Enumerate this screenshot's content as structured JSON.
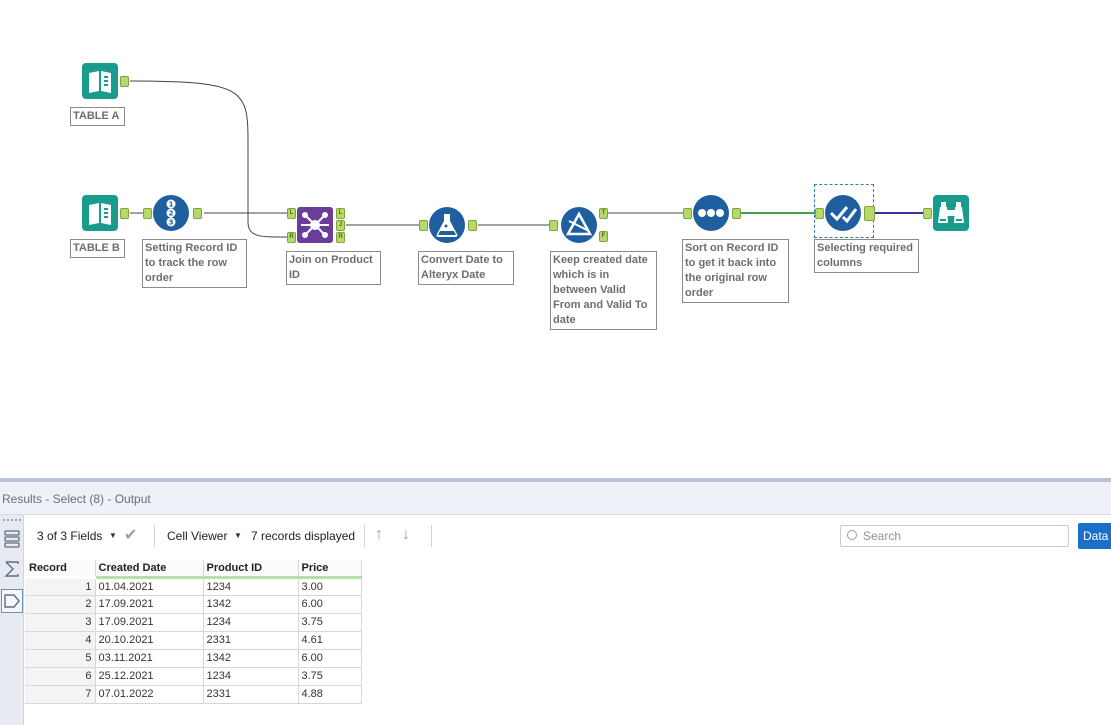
{
  "canvas": {
    "tools": [
      {
        "id": "table-a",
        "label": "TABLE A"
      },
      {
        "id": "table-b",
        "label": "TABLE B"
      },
      {
        "id": "record-id",
        "label": "Setting Record ID to track the row order"
      },
      {
        "id": "join",
        "label": "Join on Product ID"
      },
      {
        "id": "formula",
        "label": "Convert Date to Alteryx Date"
      },
      {
        "id": "filter",
        "label": "Keep created date which is in between Valid From and Valid To date"
      },
      {
        "id": "sort",
        "label": "Sort on Record ID to get it back into the original row order"
      },
      {
        "id": "select",
        "label": "Selecting required columns"
      }
    ],
    "anchors": {
      "join_left": "L",
      "join_right": "R",
      "join_out_l": "L",
      "join_out_j": "J",
      "join_out_r": "R",
      "filter_true": "T",
      "filter_false": "F"
    },
    "colors": {
      "input_tool": "#1a9c8c",
      "prep_tool": "#1f5fa0",
      "join_tool": "#6a3d9a",
      "wire": "#444444",
      "selected_wire_green": "#3fa24a",
      "selected_wire_blue": "#35309a"
    }
  },
  "results": {
    "title": "Results - Select (8) - Output",
    "toolbar": {
      "fields": "3 of 3 Fields",
      "viewer": "Cell Viewer",
      "records": "7 records displayed",
      "search_placeholder": "Search",
      "data_button": "Data"
    },
    "rail_icons": [
      "list-icon",
      "sigma-icon",
      "tag-icon"
    ],
    "columns": [
      "Record",
      "Created Date",
      "Product ID",
      "Price"
    ],
    "rows": [
      [
        "1",
        "01.04.2021",
        "1234",
        "3.00"
      ],
      [
        "2",
        "17.09.2021",
        "1342",
        "6.00"
      ],
      [
        "3",
        "17.09.2021",
        "1234",
        "3.75"
      ],
      [
        "4",
        "20.10.2021",
        "2331",
        "4.61"
      ],
      [
        "5",
        "03.11.2021",
        "1342",
        "6.00"
      ],
      [
        "6",
        "25.12.2021",
        "1234",
        "3.75"
      ],
      [
        "7",
        "07.01.2022",
        "2331",
        "4.88"
      ]
    ]
  }
}
